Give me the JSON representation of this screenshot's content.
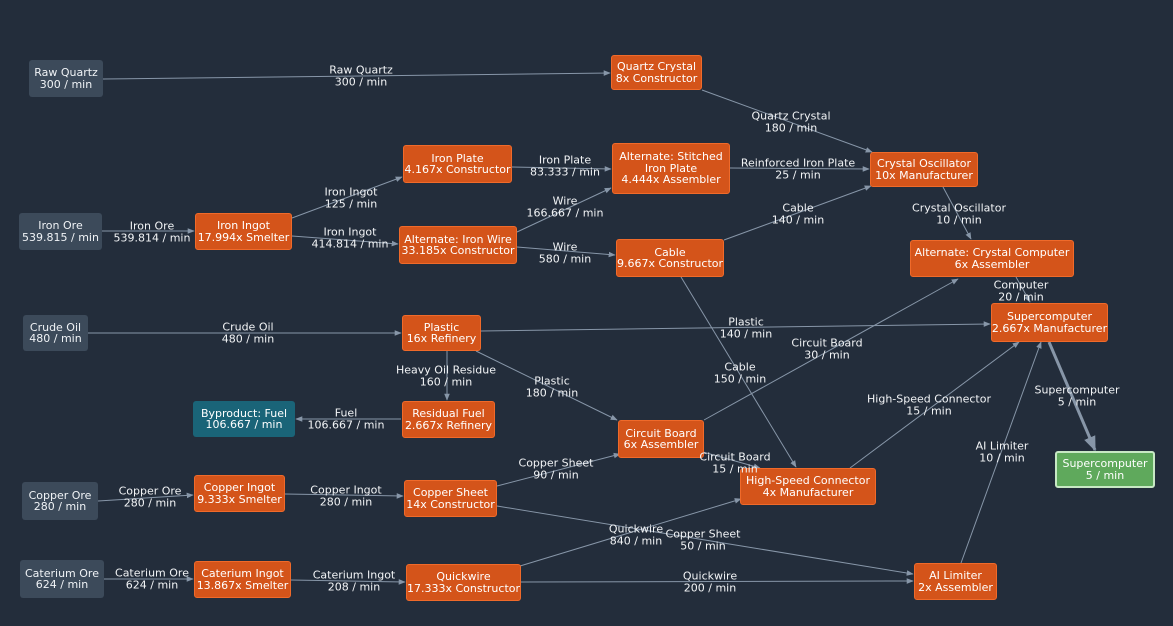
{
  "nodes": {
    "raw_quartz": {
      "line1": "Raw Quartz",
      "line2": "300 / min"
    },
    "iron_ore": {
      "line1": "Iron Ore",
      "line2": "539.815 / min"
    },
    "crude_oil": {
      "line1": "Crude Oil",
      "line2": "480 / min"
    },
    "copper_ore": {
      "line1": "Copper Ore",
      "line2": "280 / min"
    },
    "caterium_ore": {
      "line1": "Caterium Ore",
      "line2": "624 / min"
    },
    "quartz_crystal": {
      "line1": "Quartz Crystal",
      "line2": "8x Constructor"
    },
    "iron_plate": {
      "line1": "Iron Plate",
      "line2": "4.167x Constructor"
    },
    "iron_ingot": {
      "line1": "Iron Ingot",
      "line2": "17.994x Smelter"
    },
    "alt_iron_wire": {
      "line1": "Alternate: Iron Wire",
      "line2": "33.185x Constructor"
    },
    "alt_stitched": {
      "line1": "Alternate: Stitched",
      "line2": "Iron Plate",
      "line3": "4.444x Assembler"
    },
    "cable": {
      "line1": "Cable",
      "line2": "9.667x Constructor"
    },
    "crystal_oscillator": {
      "line1": "Crystal Oscillator",
      "line2": "10x Manufacturer"
    },
    "alt_crystal_computer": {
      "line1": "Alternate: Crystal Computer",
      "line2": "6x Assembler"
    },
    "plastic": {
      "line1": "Plastic",
      "line2": "16x Refinery"
    },
    "residual_fuel": {
      "line1": "Residual Fuel",
      "line2": "2.667x Refinery"
    },
    "byproduct_fuel": {
      "line1": "Byproduct: Fuel",
      "line2": "106.667 / min"
    },
    "supercomputer": {
      "line1": "Supercomputer",
      "line2": "2.667x Manufacturer"
    },
    "supercomputer_out": {
      "line1": "Supercomputer",
      "line2": "5 / min"
    },
    "circuit_board": {
      "line1": "Circuit Board",
      "line2": "6x Assembler"
    },
    "copper_ingot": {
      "line1": "Copper Ingot",
      "line2": "9.333x Smelter"
    },
    "copper_sheet": {
      "line1": "Copper Sheet",
      "line2": "14x Constructor"
    },
    "high_speed_connector": {
      "line1": "High-Speed Connector",
      "line2": "4x Manufacturer"
    },
    "caterium_ingot": {
      "line1": "Caterium Ingot",
      "line2": "13.867x Smelter"
    },
    "quickwire": {
      "line1": "Quickwire",
      "line2": "17.333x Constructor"
    },
    "ai_limiter": {
      "line1": "AI Limiter",
      "line2": "2x Assembler"
    }
  },
  "edges": {
    "e_raw_quartz": {
      "item": "Raw Quartz",
      "rate": "300 / min"
    },
    "e_quartz_crystal": {
      "item": "Quartz Crystal",
      "rate": "180 / min"
    },
    "e_iron_ore": {
      "item": "Iron Ore",
      "rate": "539.814 / min"
    },
    "e_iron_ingot_plate": {
      "item": "Iron Ingot",
      "rate": "125 / min"
    },
    "e_iron_ingot_wire": {
      "item": "Iron Ingot",
      "rate": "414.814 / min"
    },
    "e_iron_plate": {
      "item": "Iron Plate",
      "rate": "83.333 / min"
    },
    "e_wire_stitched": {
      "item": "Wire",
      "rate": "166.667 / min"
    },
    "e_wire_cable": {
      "item": "Wire",
      "rate": "580 / min"
    },
    "e_reinforced": {
      "item": "Reinforced Iron Plate",
      "rate": "25 / min"
    },
    "e_cable_osc": {
      "item": "Cable",
      "rate": "140 / min"
    },
    "e_crystal_osc": {
      "item": "Crystal Oscillator",
      "rate": "10 / min"
    },
    "e_computer": {
      "item": "Computer",
      "rate": "20 / min"
    },
    "e_crude_oil": {
      "item": "Crude Oil",
      "rate": "480 / min"
    },
    "e_plastic_super": {
      "item": "Plastic",
      "rate": "140 / min"
    },
    "e_heavy_oil": {
      "item": "Heavy Oil Residue",
      "rate": "160 / min"
    },
    "e_plastic_circuit": {
      "item": "Plastic",
      "rate": "180 / min"
    },
    "e_fuel": {
      "item": "Fuel",
      "rate": "106.667 / min"
    },
    "e_circuit_computer": {
      "item": "Circuit Board",
      "rate": "30 / min"
    },
    "e_cable_hsc": {
      "item": "Cable",
      "rate": "150 / min"
    },
    "e_circuit_hsc": {
      "item": "Circuit Board",
      "rate": "15 / min"
    },
    "e_hsc_super": {
      "item": "High-Speed Connector",
      "rate": "15 / min"
    },
    "e_supercomputer_out": {
      "item": "Supercomputer",
      "rate": "5 / min"
    },
    "e_ai_limiter": {
      "item": "AI Limiter",
      "rate": "10 / min"
    },
    "e_copper_ore": {
      "item": "Copper Ore",
      "rate": "280 / min"
    },
    "e_copper_ingot": {
      "item": "Copper Ingot",
      "rate": "280 / min"
    },
    "e_copper_sheet_circuit": {
      "item": "Copper Sheet",
      "rate": "90 / min"
    },
    "e_quickwire_hsc": {
      "item": "Quickwire",
      "rate": "840 / min"
    },
    "e_copper_sheet_ai": {
      "item": "Copper Sheet",
      "rate": "50 / min"
    },
    "e_caterium_ore": {
      "item": "Caterium Ore",
      "rate": "624 / min"
    },
    "e_caterium_ingot": {
      "item": "Caterium Ingot",
      "rate": "208 / min"
    },
    "e_quickwire_ai": {
      "item": "Quickwire",
      "rate": "200 / min"
    }
  },
  "colors": {
    "background": "#232d3b",
    "raw_node": "#3c4a5a",
    "machine_node": "#d4541a",
    "byproduct_node": "#1a6478",
    "final_node": "#5fa95c",
    "edge": "#8796a8"
  }
}
